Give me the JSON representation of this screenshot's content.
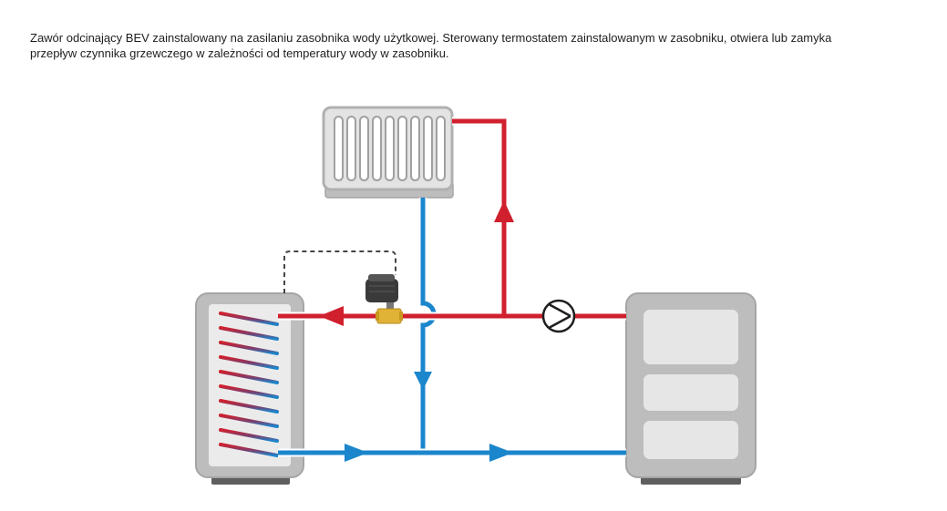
{
  "description": {
    "line1": "Zawór odcinający BEV zainstalowany na zasilaniu zasobnika wody użytkowej. Sterowany termostatem zainstalowanym w zasobniku, otwiera lub zamyka",
    "line2": "przepływ czynnika grzewczego w zależności od temperatury wody w zasobniku."
  },
  "colors": {
    "supply": "#d0202e",
    "return": "#1b86cc",
    "pipe_outline": "#ffffff",
    "appliance_body": "#bdbdbd",
    "appliance_panel": "#e6e6e6",
    "appliance_base": "#5e5e5e",
    "actuator": "#3a3a3a",
    "valve_brass": "#e0b236",
    "control_line": "#444444"
  },
  "components": [
    {
      "id": "radiator",
      "icon": "radiator-icon"
    },
    {
      "id": "hot-water-cylinder",
      "icon": "cylinder-with-coil-icon"
    },
    {
      "id": "boiler",
      "icon": "boiler-icon"
    },
    {
      "id": "circulation-pump",
      "icon": "pump-symbol-icon"
    },
    {
      "id": "bev-shutoff-valve",
      "icon": "motorized-valve-icon"
    }
  ]
}
